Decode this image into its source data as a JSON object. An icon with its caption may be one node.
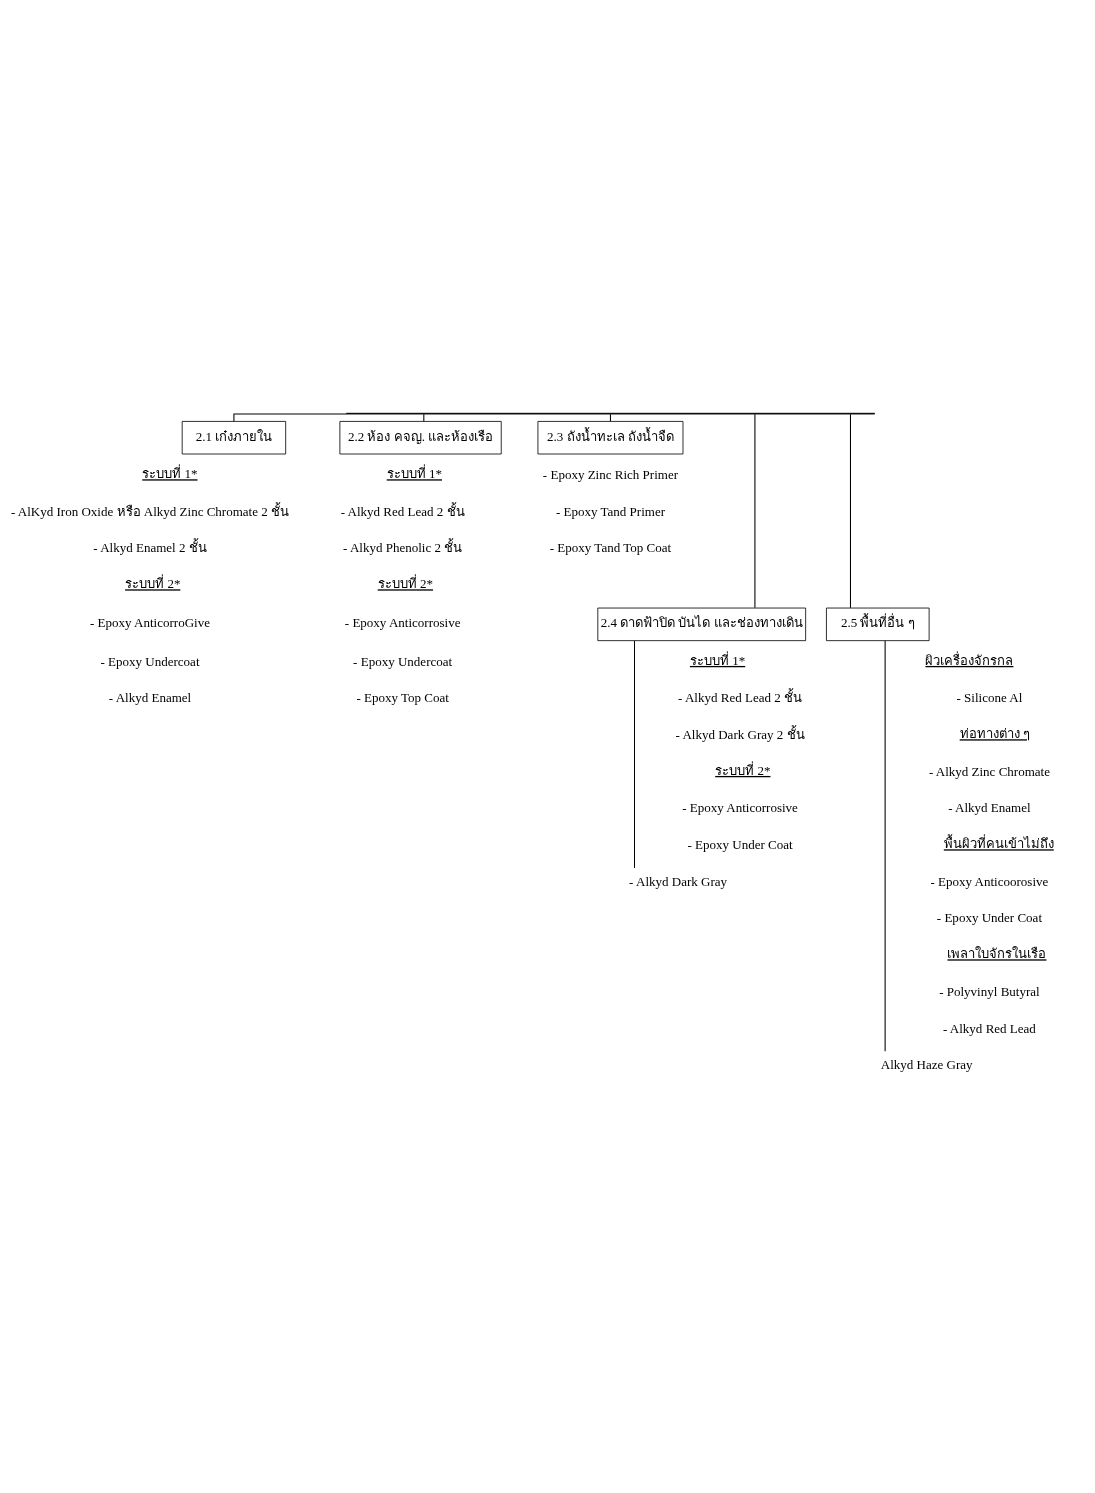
{
  "diagram": {
    "nodes": [
      {
        "text": [],
        "shape": "bar"
      },
      {
        "text": [
          "2.1 เก๋งภายใน"
        ]
      },
      {
        "text": [
          "2.2 ห้อง คจญ. และห้องเรือ"
        ]
      },
      {
        "text": [
          "2.3 ถังน้ำทะเล ถังน้ำจืด"
        ]
      },
      {
        "text": [
          "2.4 ดาดฟ้าปิด บันได และช่องทางเดิน"
        ]
      },
      {
        "text": [
          "2.5 พื้นที่อื่น ๆ"
        ]
      },
      {
        "text": [
          "- Alkyd Dark Gray"
        ]
      },
      {
        "text": [
          "Alkyd Haze Gray"
        ]
      }
    ],
    "edges": [
      {
        "from": 0,
        "to": 1,
        "arrow": "none"
      },
      {
        "from": 0,
        "to": 4,
        "arrow": "none"
      },
      {
        "from": 0,
        "to": 2,
        "arrow": "none"
      },
      {
        "from": 0,
        "to": 5,
        "arrow": "none"
      },
      {
        "from": 0,
        "to": 3,
        "arrow": "none"
      },
      {
        "from": 4,
        "to": 6,
        "arrow": "none"
      },
      {
        "from": 5,
        "to": 7,
        "arrow": "none"
      }
    ],
    "labels": [
      "ระบบที่ 1*",
      "- AlKyd Iron Oxide หรือ Alkyd Zinc Chromate 2 ชั้น",
      "- Alkyd Enamel 2 ชั้น",
      "ระบบที่ 2*",
      "- Epoxy AnticorroGive",
      "- Epoxy Undercoat",
      "- Alkyd Enamel",
      "ระบบที่ 1*",
      "- Alkyd Red Lead 2 ชั้น",
      "- Alkyd Phenolic 2 ชั้น",
      "ระบบที่ 2*",
      "- Epoxy Anticorrosive",
      "- Epoxy Undercoat",
      "- Epoxy Top Coat",
      "- Epoxy Zinc Rich Primer",
      "- Epoxy Tand Primer",
      "- Epoxy Tand Top Coat",
      "ระบบที่ 1*",
      "- Alkyd Red Lead 2 ชั้น",
      "- Alkyd Dark Gray 2 ชั้น",
      "ระบบที่ 2*",
      "- Epoxy Anticorrosive",
      "- Epoxy Under Coat",
      "ผิวเครื่องจักรกล",
      "- Silicone Al",
      "ท่อทางต่าง ๆ",
      "- Alkyd Zinc Chromate",
      "- Alkyd Enamel",
      "พื้นผิวที่คนเข้าไม่ถึง",
      "- Epoxy Anticoorosive",
      "- Epoxy Under Coat",
      "เพลาใบจักรในเรือ",
      "- Polyvinyl Butyral",
      "- Alkyd Red Lead"
    ]
  }
}
